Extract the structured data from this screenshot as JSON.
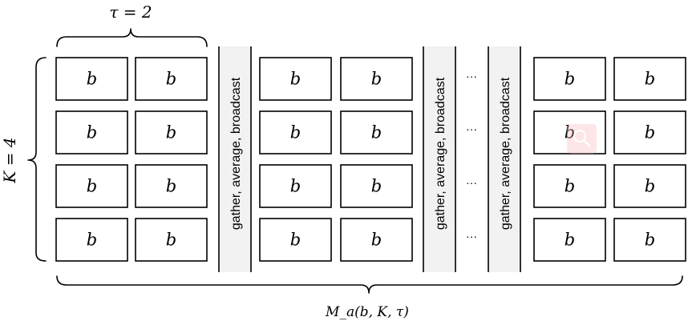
{
  "diagram": {
    "tau_label": "τ = 2",
    "k_label": "K = 4",
    "bottom_label": "M_a(b, K, τ)",
    "cell_label": "b",
    "sync_label": "gather, average, broadcast",
    "ellipsis": "···",
    "rows": 4,
    "columns": 6
  }
}
